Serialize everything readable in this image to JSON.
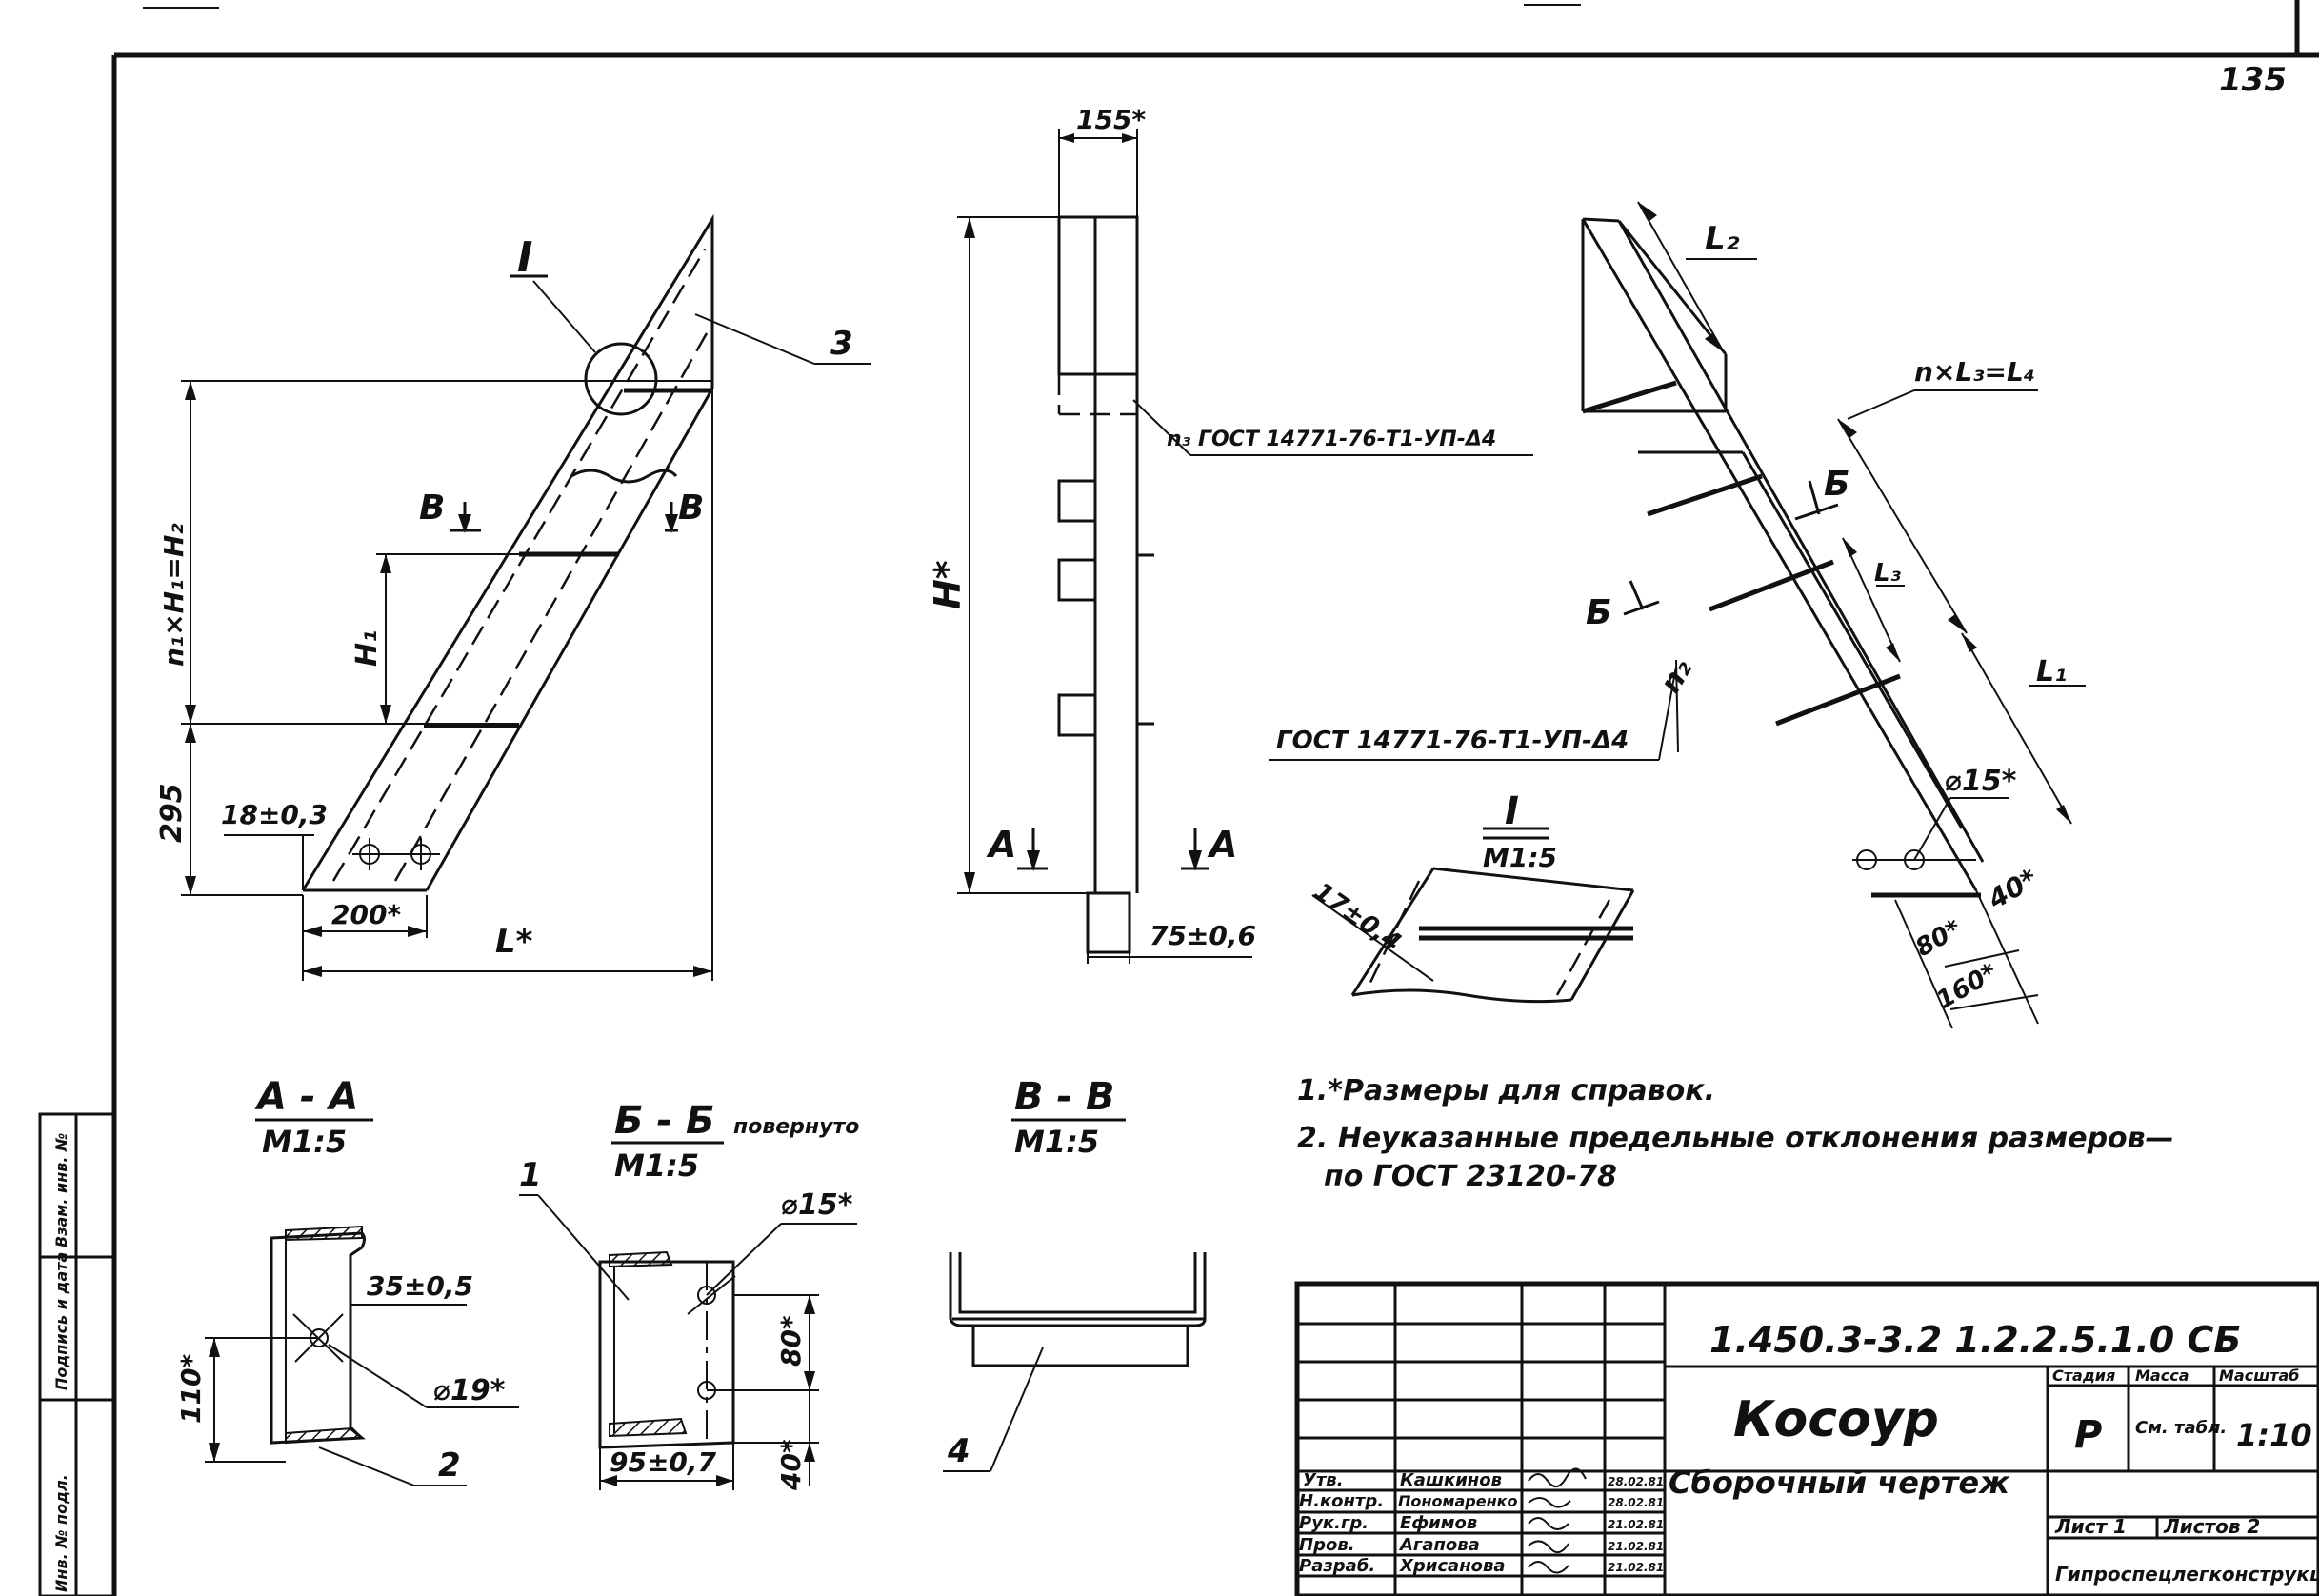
{
  "sheet_number": "135",
  "views": {
    "stringer_side": {
      "callout_I": "I",
      "callout_3": "3",
      "section_V": "В",
      "dim_height_total": "n₁×H₁=H₂",
      "dim_H1": "H₁",
      "dim_295": "295",
      "dim_18": "18±0,3",
      "dim_200": "200*",
      "dim_L": "L*"
    },
    "stringer_front": {
      "dim_155": "155*",
      "dim_H": "H*",
      "weld_note": "n₃ ГОСТ 14771-76-Т1-УП-Δ4",
      "section_A": "А",
      "dim_75": "75±0,6"
    },
    "railing": {
      "dim_L2": "L₂",
      "section_B": "Б",
      "dim_nL3": "n×L₃=L₄",
      "dim_L3": "L₃",
      "dim_n2": "n₂",
      "dim_L1": "L₁",
      "weld_note": "ГОСТ 14771-76-Т1-УП-Δ4",
      "dim_d15": "⌀15*",
      "dim_40": "40*",
      "dim_80": "80*",
      "dim_160": "160*"
    },
    "detail_I": {
      "title": "I",
      "scale": "М1:5",
      "dim": "17±0,4"
    },
    "section_AA": {
      "title": "А - А",
      "scale": "М1:5",
      "dim_35": "35±0,5",
      "dim_110": "110*",
      "dim_d19": "⌀19*",
      "callout": "2"
    },
    "section_BB": {
      "title": "Б - Б",
      "note": "повернуто",
      "scale": "М1:5",
      "callout": "1",
      "dim_d15": "⌀15*",
      "dim_80": "80*",
      "dim_40": "40*",
      "dim_95": "95±0,7"
    },
    "section_VV": {
      "title": "В - В",
      "scale": "М1:5",
      "callout": "4"
    }
  },
  "notes": [
    "1.*Размеры для справок.",
    "2. Неуказанные предельные отклонения размеров—",
    "по ГОСТ 23120-78"
  ],
  "title_block": {
    "designation": "1.450.3-3.2  1.2.2.5.1.0 СБ",
    "name": "Косоур",
    "subtitle": "Сборочный чертеж",
    "stage_label": "Стадия",
    "stage": "Р",
    "mass_label": "Масса",
    "mass": "См. табл.",
    "scale_label": "Масштаб",
    "scale": "1:10",
    "sheet": "Лист 1",
    "sheets": "Листов 2",
    "organization": "Гипроспецлегконструкция",
    "signatures": [
      {
        "role": "Утв.",
        "name": "Кашкинов",
        "date": "28.02.81"
      },
      {
        "role": "Н.контр.",
        "name": "Пономаренко",
        "date": "28.02.81"
      },
      {
        "role": "Рук.гр.",
        "name": "Ефимов",
        "date": "21.02.81"
      },
      {
        "role": "Пров.",
        "name": "Агапова",
        "date": "21.02.81"
      },
      {
        "role": "Разраб.",
        "name": "Хрисанова",
        "date": "21.02.81"
      }
    ]
  },
  "side_stamp": [
    "Взам. инв. №",
    "Подпись и дата",
    "Инв. № подл."
  ]
}
